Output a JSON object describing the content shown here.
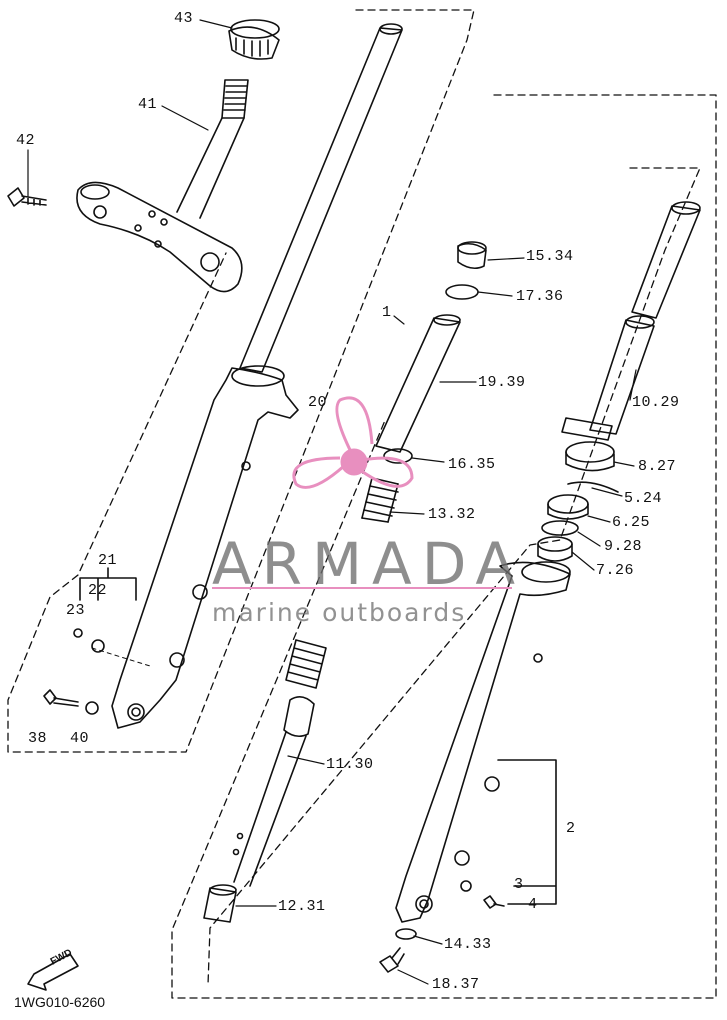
{
  "diagram": {
    "labels": {
      "p43": "43",
      "p41": "41",
      "p42": "42",
      "p20": "20",
      "p1": "1",
      "p15": "15.34",
      "p17": "17.36",
      "p19": "19.39",
      "p10": "10.29",
      "p16": "16.35",
      "p8": "8.27",
      "p5": "5.24",
      "p13": "13.32",
      "p6": "6.25",
      "p9": "9.28",
      "p7": "7.26",
      "p21": "21",
      "p22": "22",
      "p23": "23",
      "p38": "38",
      "p40": "40",
      "p11": "11.30",
      "p2": "2",
      "p3": "3",
      "p4": "4",
      "p12": "12.31",
      "p14": "14.33",
      "p18": "18.37"
    },
    "fwd_label": "FWD",
    "part_code": "1WG010-6260"
  },
  "watermark": {
    "name": "ARMADA",
    "tagline": "marine outboards",
    "color": "#e88fbf"
  }
}
